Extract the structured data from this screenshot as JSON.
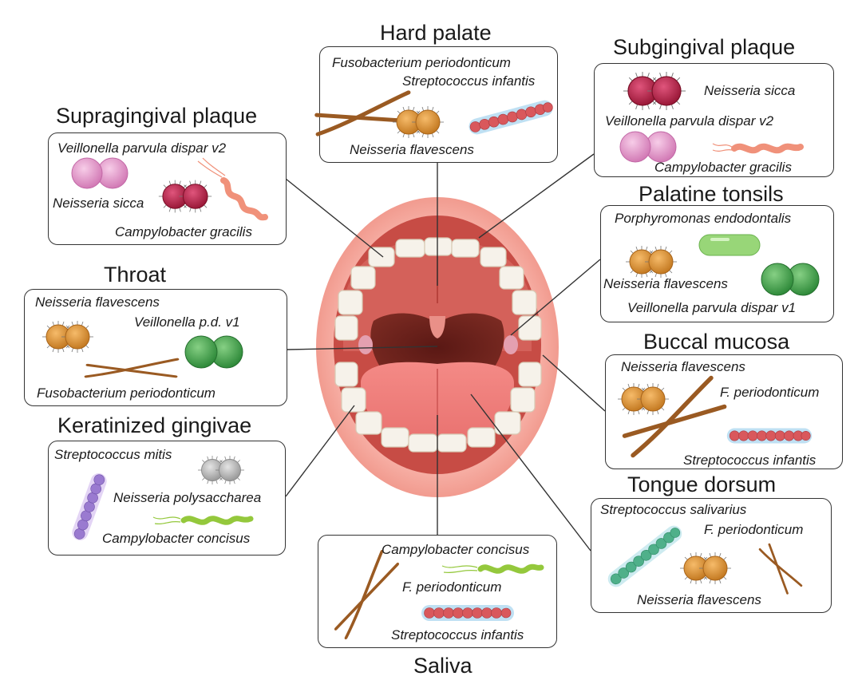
{
  "figure": {
    "regions": {
      "hard_palate": {
        "title": "Hard palate",
        "bacteria": [
          "Fusobacterium periodonticum",
          "Streptococcus infantis",
          "Neisseria flavescens"
        ]
      },
      "subgingival_plaque": {
        "title": "Subgingival plaque",
        "bacteria": [
          "Neisseria sicca",
          "Veillonella parvula dispar v2",
          "Campylobacter gracilis"
        ]
      },
      "supragingival_plaque": {
        "title": "Supragingival plaque",
        "bacteria": [
          "Veillonella parvula dispar v2",
          "Neisseria sicca",
          "Campylobacter gracilis"
        ]
      },
      "palatine_tonsils": {
        "title": "Palatine tonsils",
        "bacteria": [
          "Porphyromonas endodontalis",
          "Neisseria flavescens",
          "Veillonella parvula dispar v1"
        ]
      },
      "throat": {
        "title": "Throat",
        "bacteria": [
          "Neisseria flavescens",
          "Veillonella p.d. v1",
          "Fusobacterium periodonticum"
        ]
      },
      "buccal_mucosa": {
        "title": "Buccal mucosa",
        "bacteria": [
          "Neisseria flavescens",
          "F. periodonticum",
          "Streptococcus infantis"
        ]
      },
      "keratinized_gingivae": {
        "title": "Keratinized gingivae",
        "bacteria": [
          "Streptococcus mitis",
          "Neisseria polysaccharea",
          "Campylobacter concisus"
        ]
      },
      "tongue_dorsum": {
        "title": "Tongue dorsum",
        "bacteria": [
          "Streptococcus salivarius",
          "F. periodonticum",
          "Neisseria flavescens"
        ]
      },
      "saliva": {
        "title": "Saliva",
        "bacteria": [
          "Campylobacter concisus",
          "F. periodonticum",
          "Streptococcus infantis"
        ]
      }
    },
    "colors": {
      "neisseria_orange": "#d98c2e",
      "neisseria_crimson": "#b8234a",
      "veillonella_pink": "#e49bc9",
      "veillonella_green": "#4aa84e",
      "fusobacterium": "#9a5a22",
      "streptococcus_red": "#d9585c",
      "streptococcus_purple": "#9a7ad0",
      "streptococcus_teal": "#4fb08a",
      "campylobacter_salmon": "#f0917a",
      "campylobacter_lime": "#94c83c",
      "porphyromonas": "#98d678",
      "mouth_lip": "#f29b8f",
      "palate": "#c9504a",
      "tongue": "#f07b7b"
    }
  }
}
